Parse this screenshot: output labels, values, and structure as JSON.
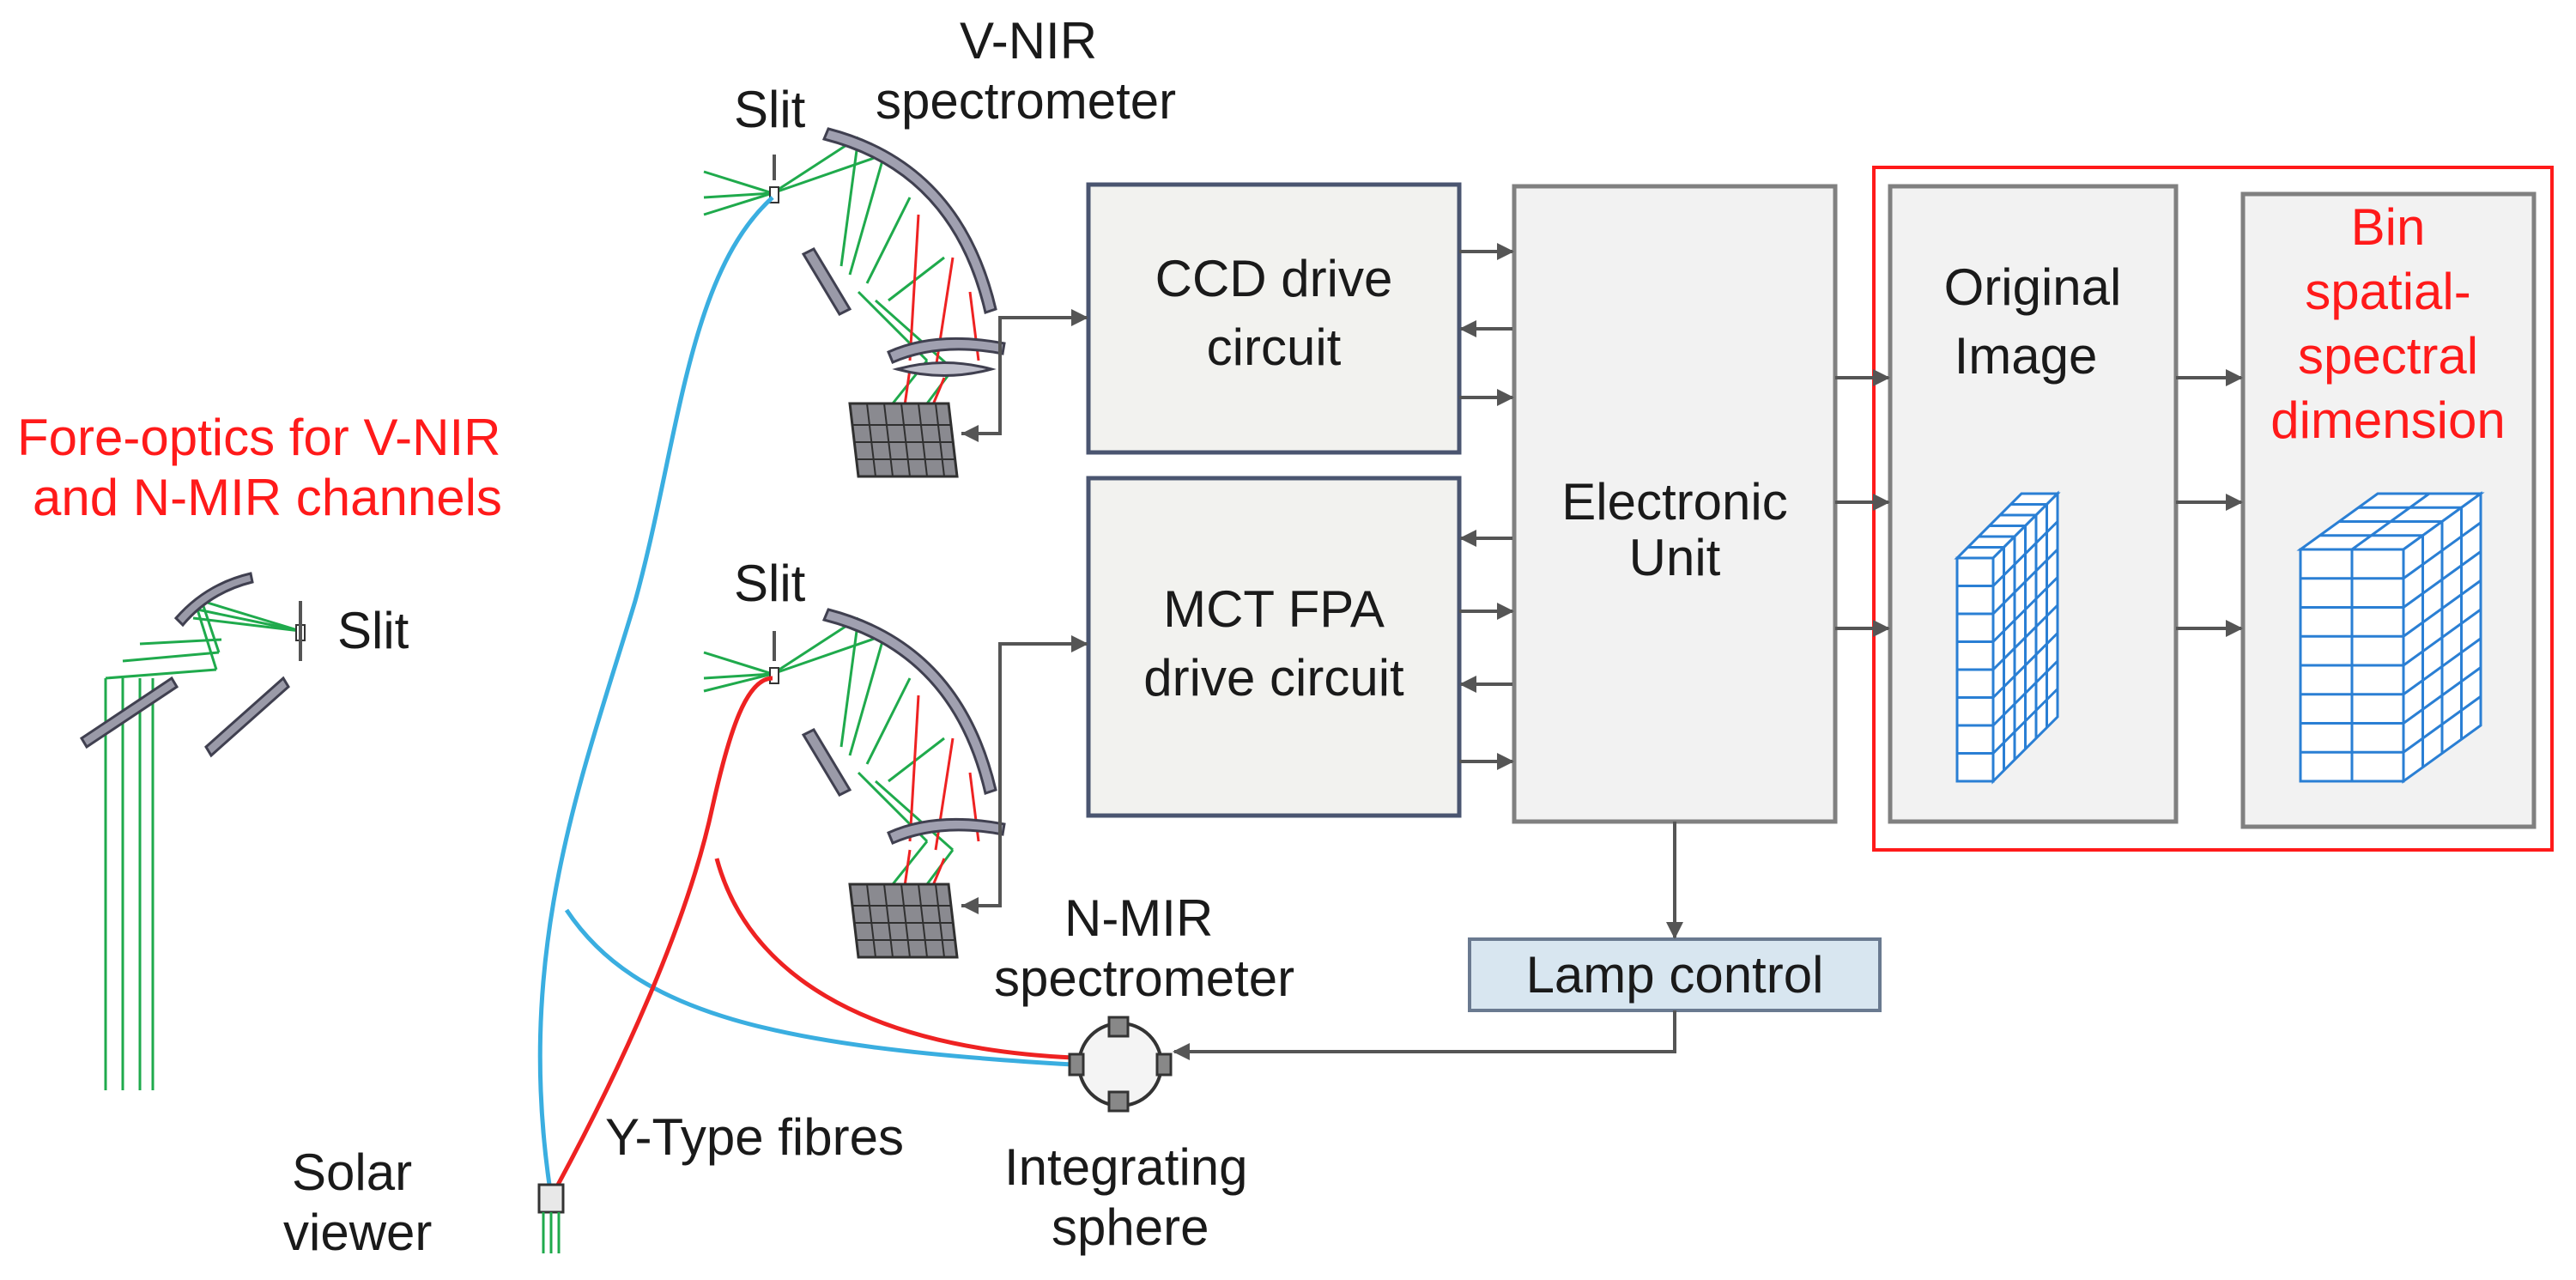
{
  "labels": {
    "fore_optics_line1": "Fore-optics for V-NIR",
    "fore_optics_line2": "and N-MIR channels",
    "slit_fore": "Slit",
    "slit_vnir": "Slit",
    "slit_nmir": "Slit",
    "vnir_line1": "V-NIR",
    "vnir_line2": "spectrometer",
    "nmir_line1": "N-MIR",
    "nmir_line2": "spectrometer",
    "solar_line1": "Solar",
    "solar_line2": "viewer",
    "fibres": "Y-Type fibres",
    "sphere_line1": "Integrating",
    "sphere_line2": "sphere"
  },
  "blocks": {
    "ccd_line1": "CCD drive",
    "ccd_line2": "circuit",
    "mct_line1": "MCT FPA",
    "mct_line2": "drive circuit",
    "eu_line1": "Electronic",
    "eu_line2": "Unit",
    "lamp": "Lamp control",
    "orig_line1": "Original",
    "orig_line2": "Image",
    "bin_line1": "Bin",
    "bin_line2": "spatial-",
    "bin_line3": "spectral",
    "bin_line4": "dimension"
  },
  "colors": {
    "accent_red": "#ff1a1a",
    "fiber_blue": "#3aaee0",
    "fiber_red": "#ee2222",
    "beam_green": "#1faa4c",
    "cube_blue": "#2a7fd4"
  }
}
